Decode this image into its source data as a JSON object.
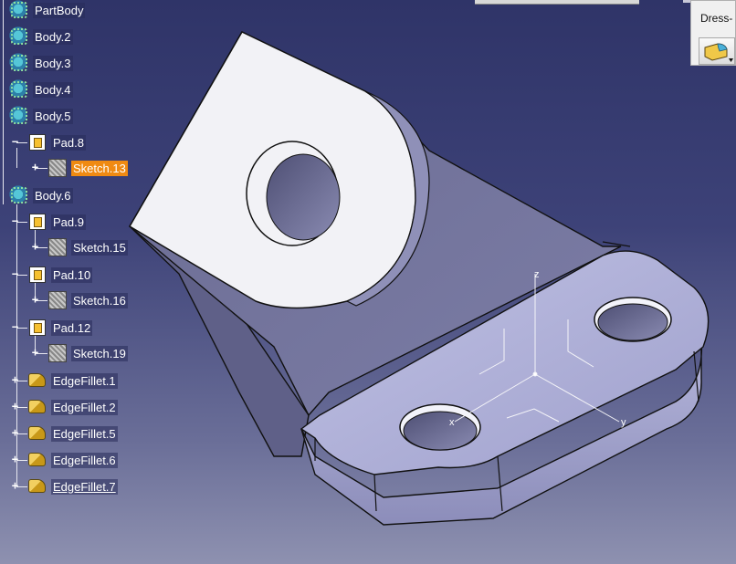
{
  "toolbar": {
    "dress_up_title": "Dress-",
    "edge_fillet_icon": "edge-fillet-icon"
  },
  "tree": {
    "items": [
      {
        "label": "PartBody",
        "icon": "body-gear-icon"
      },
      {
        "label": "Body.2",
        "icon": "body-icon"
      },
      {
        "label": "Body.3",
        "icon": "body-icon"
      },
      {
        "label": "Body.4",
        "icon": "body-icon"
      },
      {
        "label": "Body.5",
        "icon": "body-icon"
      },
      {
        "label": "Pad.8",
        "icon": "pad-icon"
      },
      {
        "label": "Sketch.13",
        "icon": "sketch-icon",
        "selected": true
      },
      {
        "label": "Body.6",
        "icon": "body-icon"
      },
      {
        "label": "Pad.9",
        "icon": "pad-icon"
      },
      {
        "label": "Sketch.15",
        "icon": "sketch-icon"
      },
      {
        "label": "Pad.10",
        "icon": "pad-icon"
      },
      {
        "label": "Sketch.16",
        "icon": "sketch-icon"
      },
      {
        "label": "Pad.12",
        "icon": "pad-icon"
      },
      {
        "label": "Sketch.19",
        "icon": "sketch-icon"
      },
      {
        "label": "EdgeFillet.1",
        "icon": "edge-fillet-icon"
      },
      {
        "label": "EdgeFillet.2",
        "icon": "edge-fillet-icon"
      },
      {
        "label": "EdgeFillet.5",
        "icon": "edge-fillet-icon"
      },
      {
        "label": "EdgeFillet.6",
        "icon": "edge-fillet-icon"
      },
      {
        "label": "EdgeFillet.7",
        "icon": "edge-fillet-icon",
        "underlined": true
      }
    ]
  },
  "axes": {
    "x": "x",
    "y": "y",
    "z": "z"
  },
  "colors": {
    "background_top": "#2f3468",
    "background_bottom": "#8e91b0",
    "selection": "#f08a12",
    "part_face_light": "#f2f2f6",
    "part_face_mid": "#a8a9d2",
    "part_face_dark": "#6e6f98"
  }
}
